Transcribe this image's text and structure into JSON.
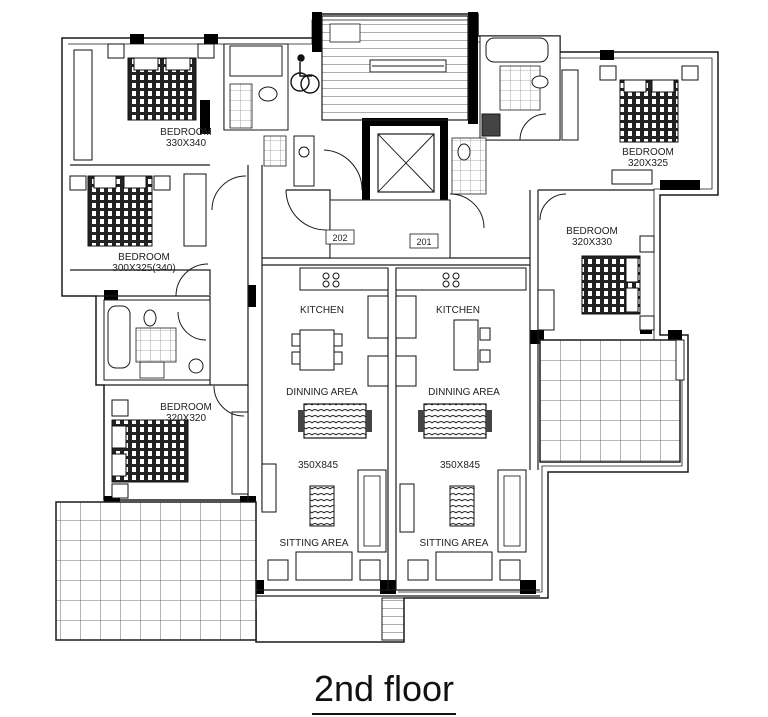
{
  "plan": {
    "title": "2nd floor",
    "unit_numbers": [
      "202",
      "201"
    ],
    "rooms": [
      {
        "name": "BEDROOM",
        "size": "330X340"
      },
      {
        "name": "BEDROOM",
        "size": "300X325(340)"
      },
      {
        "name": "BEDROOM",
        "size": "320X320"
      },
      {
        "name": "BEDROOM",
        "size": "320X325"
      },
      {
        "name": "BEDROOM",
        "size": "320X330"
      },
      {
        "name": "KITCHEN"
      },
      {
        "name": "KITCHEN"
      },
      {
        "name": "DINNING AREA"
      },
      {
        "name": "DINNING AREA"
      },
      {
        "name": "350X845"
      },
      {
        "name": "350X845"
      },
      {
        "name": "SITTING AREA"
      },
      {
        "name": "SITTING AREA"
      }
    ]
  },
  "colors": {
    "line": "#1a1a1a",
    "wall": "#000000",
    "background": "#ffffff"
  }
}
